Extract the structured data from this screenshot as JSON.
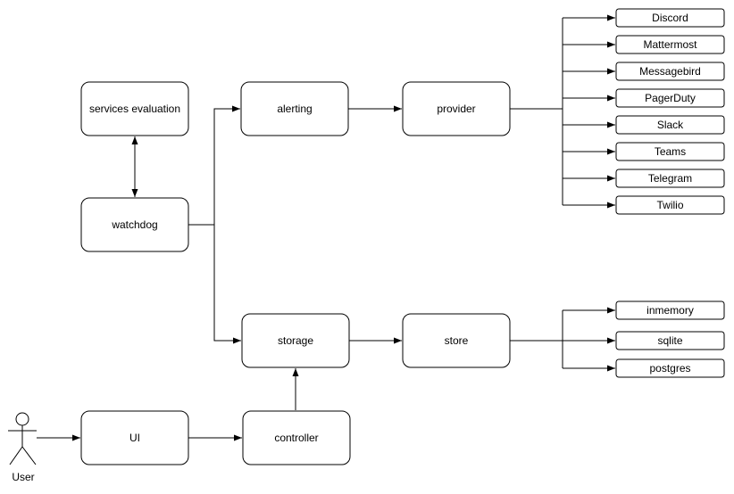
{
  "colors": {
    "background": "#ffffff",
    "stroke": "#000000",
    "node_fill": "#ffffff"
  },
  "actor": {
    "id": "user",
    "label": "User"
  },
  "nodes": [
    {
      "id": "services-evaluation",
      "label": "services evaluation"
    },
    {
      "id": "watchdog",
      "label": "watchdog"
    },
    {
      "id": "alerting",
      "label": "alerting"
    },
    {
      "id": "provider",
      "label": "provider"
    },
    {
      "id": "storage",
      "label": "storage"
    },
    {
      "id": "store",
      "label": "store"
    },
    {
      "id": "ui",
      "label": "UI"
    },
    {
      "id": "controller",
      "label": "controller"
    }
  ],
  "provider_targets": [
    {
      "id": "discord",
      "label": "Discord"
    },
    {
      "id": "mattermost",
      "label": "Mattermost"
    },
    {
      "id": "messagebird",
      "label": "Messagebird"
    },
    {
      "id": "pagerduty",
      "label": "PagerDuty"
    },
    {
      "id": "slack",
      "label": "Slack"
    },
    {
      "id": "teams",
      "label": "Teams"
    },
    {
      "id": "telegram",
      "label": "Telegram"
    },
    {
      "id": "twilio",
      "label": "Twilio"
    }
  ],
  "store_targets": [
    {
      "id": "inmemory",
      "label": "inmemory"
    },
    {
      "id": "sqlite",
      "label": "sqlite"
    },
    {
      "id": "postgres",
      "label": "postgres"
    }
  ],
  "edges": [
    {
      "from": "user",
      "to": "ui",
      "direction": "single"
    },
    {
      "from": "ui",
      "to": "controller",
      "direction": "single"
    },
    {
      "from": "controller",
      "to": "storage",
      "direction": "single"
    },
    {
      "from": "services-evaluation",
      "to": "watchdog",
      "direction": "both"
    },
    {
      "from": "watchdog",
      "to": "alerting",
      "direction": "single"
    },
    {
      "from": "watchdog",
      "to": "storage",
      "direction": "single"
    },
    {
      "from": "alerting",
      "to": "provider",
      "direction": "single"
    },
    {
      "from": "storage",
      "to": "store",
      "direction": "single"
    },
    {
      "from": "provider",
      "to": "provider_targets",
      "direction": "fanout"
    },
    {
      "from": "store",
      "to": "store_targets",
      "direction": "fanout"
    }
  ]
}
